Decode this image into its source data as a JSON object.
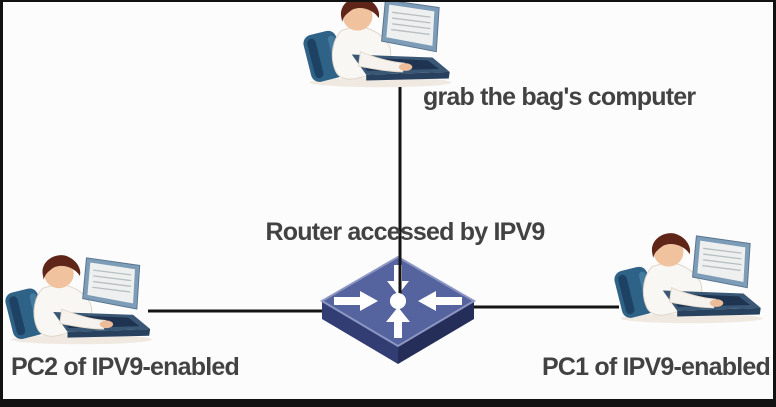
{
  "diagram": {
    "type": "network-topology",
    "labels": {
      "top_computer": "grab the bag's computer",
      "router": "Router accessed by IPV9",
      "pc2": "PC2 of IPV9-enabled",
      "pc1": "PC1 of IPV9-enabled"
    },
    "nodes": [
      {
        "id": "top_computer",
        "kind": "workstation",
        "position": "top-center"
      },
      {
        "id": "router",
        "kind": "router",
        "position": "center"
      },
      {
        "id": "pc2",
        "kind": "workstation",
        "position": "bottom-left"
      },
      {
        "id": "pc1",
        "kind": "workstation",
        "position": "bottom-right"
      }
    ],
    "links": [
      {
        "from": "top_computer",
        "to": "router"
      },
      {
        "from": "pc2",
        "to": "router"
      },
      {
        "from": "pc1",
        "to": "router"
      }
    ],
    "colors": {
      "background": "#fcfcfc",
      "border": "#121212",
      "link_line": "#141414",
      "label_text": "#424242",
      "router_top_face": "#55639e",
      "router_side_left": "#323d74",
      "router_side_right": "#252e59",
      "router_arrows": "#ffffff"
    }
  }
}
